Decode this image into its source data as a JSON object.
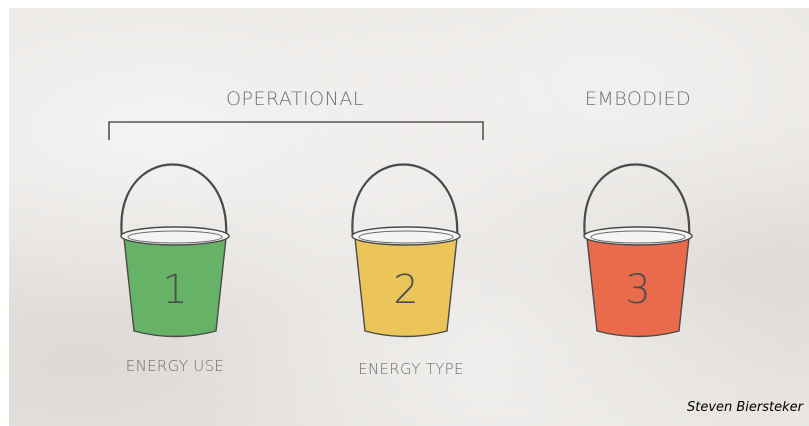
{
  "groups": {
    "operational": "OPERATIONAL",
    "embodied": "EMBODIED"
  },
  "buckets": [
    {
      "number": "1",
      "label": "ENERGY USE",
      "color": "#66b266"
    },
    {
      "number": "2",
      "label": "ENERGY TYPE",
      "color": "#ecc55a"
    },
    {
      "number": "3",
      "label": "",
      "color": "#ea6a4c"
    }
  ],
  "credit": "Steven Biersteker",
  "colors": {
    "background": "#e9e6e3",
    "outline": "#4a4a4a",
    "rim": "#f4f4f2"
  }
}
